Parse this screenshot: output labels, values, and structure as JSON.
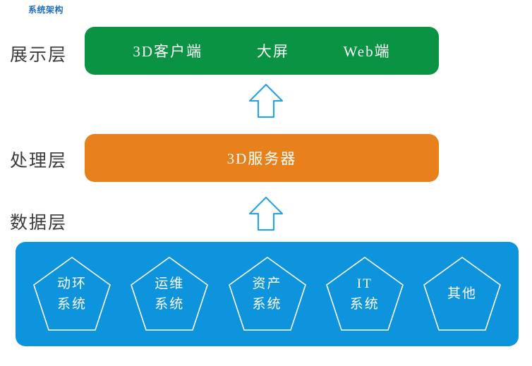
{
  "title": "系统架构",
  "title_color": "#1f6fc0",
  "layers": {
    "presentation": {
      "label": "展示层",
      "color": "#099343",
      "items": [
        "3D客户端",
        "大屏",
        "Web端"
      ]
    },
    "processing": {
      "label": "处理层",
      "color": "#e8801c",
      "items": [
        "3D服务器"
      ]
    },
    "data": {
      "label": "数据层",
      "color": "#0e93dd",
      "systems": [
        {
          "line1": "动环",
          "line2": "系统"
        },
        {
          "line1": "运维",
          "line2": "系统"
        },
        {
          "line1": "资产",
          "line2": "系统"
        },
        {
          "line1": "IT",
          "line2": "系统"
        },
        {
          "line1": "其他",
          "line2": ""
        }
      ]
    }
  },
  "arrows": [
    {
      "name": "arrow-presentation-from-processing",
      "direction": "up",
      "color": "#2ba3e3"
    },
    {
      "name": "arrow-processing-from-data",
      "direction": "up",
      "color": "#2ba3e3"
    }
  ]
}
